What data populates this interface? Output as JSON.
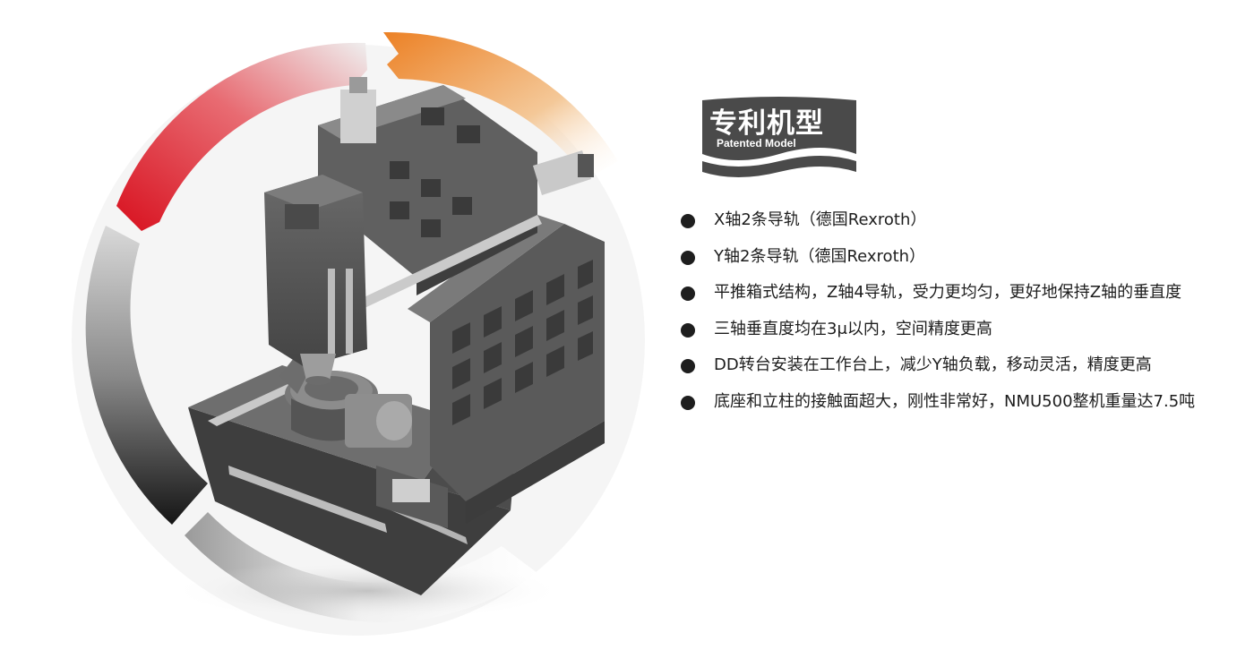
{
  "badge": {
    "title": "专利机型",
    "subtitle": "Patented Model",
    "color": "#4a4a4a"
  },
  "features": [
    "X轴2条导轨（德国Rexroth）",
    "Y轴2条导轨（德国Rexroth）",
    "平推箱式结构，Z轴4导轨，受力更均匀，更好地保持Z轴的垂直度",
    "三轴垂直度均在3μ以内，空间精度更高",
    "DD转台安装在工作台上，减少Y轴负载，移动灵活，精度更高",
    "底座和立柱的接触面超大，刚性非常好，NMU500整机重量达7.5吨"
  ],
  "colors": {
    "arc_red": "#e2202b",
    "arc_orange": "#ee8a2c",
    "arc_gray": "#3a3a3a",
    "machine_body": "#555555",
    "text": "#1d1d1d"
  },
  "figure": {
    "subject": "five-axis-machining-center-illustration"
  }
}
